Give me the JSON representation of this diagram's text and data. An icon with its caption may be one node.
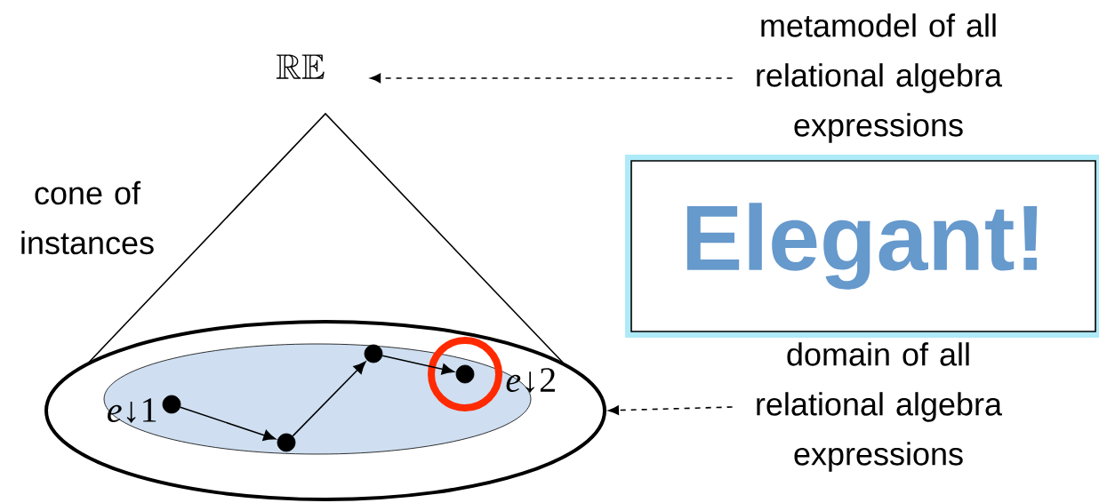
{
  "diagram": {
    "nodes": [
      {
        "text": [
          "\\mathbb{R}\\mathbb{E}"
        ]
      },
      {
        "text": [
          "metamodel of all relational algebra expressions"
        ]
      },
      {
        "text": [
          "Elegant!"
        ]
      },
      {
        "text": [],
        "shape": "ellipse"
      },
      {
        "text": [],
        "shape": "ellipse",
        "in": 3
      },
      {
        "text": [],
        "shape": "circle",
        "in": 4,
        "beside": [
          "*e*↓1"
        ]
      },
      {
        "text": [],
        "shape": "circle",
        "in": 4
      },
      {
        "text": [],
        "shape": "circle",
        "in": 4
      },
      {
        "text": [],
        "shape": "circle",
        "in": 4,
        "beside": [
          "*e*↓2"
        ]
      },
      {
        "text": [
          "domain of all relational algebra expressions"
        ]
      }
    ],
    "edges": [
      {
        "from": 1,
        "to": 0,
        "arrow": "to",
        "style": "dashed"
      },
      {
        "from": 9,
        "to": 3,
        "arrow": "to",
        "style": "dashed"
      },
      {
        "from": 5,
        "to": 6,
        "arrow": "to"
      },
      {
        "from": 6,
        "to": 7,
        "arrow": "to"
      },
      {
        "from": 7,
        "to": 8,
        "arrow": "to"
      }
    ],
    "labels": [
      "cone of instances"
    ]
  }
}
